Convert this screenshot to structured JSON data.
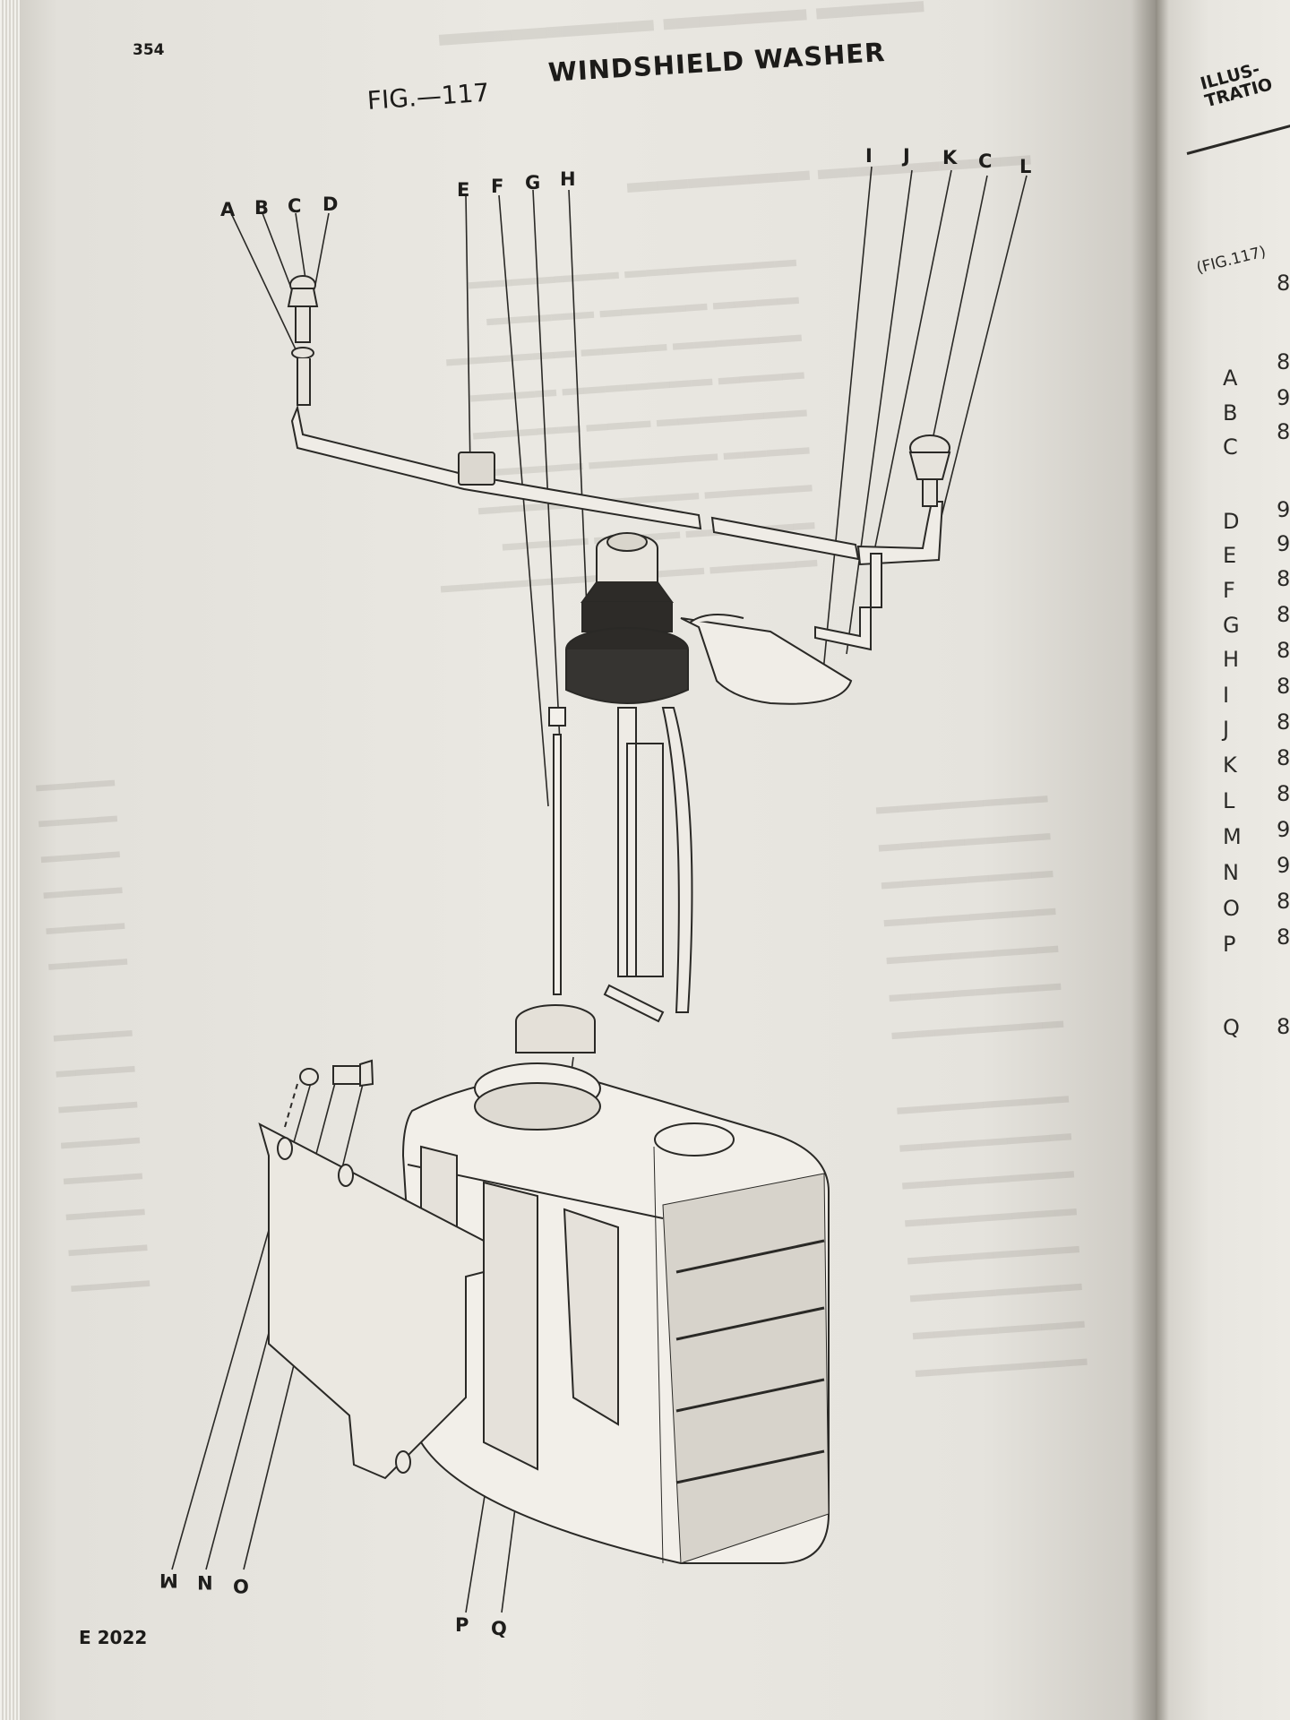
{
  "page": {
    "number": "354",
    "figure_label": "FIG.—117",
    "figure_title": "WINDSHIELD WASHER",
    "catalog_number": "E 2022"
  },
  "callouts": [
    "A",
    "B",
    "C",
    "D",
    "E",
    "F",
    "G",
    "H",
    "I",
    "J",
    "K",
    "C",
    "L",
    "M",
    "N",
    "O",
    "P",
    "Q"
  ],
  "right_page": {
    "header": [
      "ILLUS-",
      "TRATIO"
    ],
    "figure_ref": "(FIG.117)",
    "letters": [
      "A",
      "B",
      "C",
      "D",
      "E",
      "F",
      "G",
      "H",
      "I",
      "J",
      "K",
      "L",
      "M",
      "N",
      "O",
      "P",
      "Q"
    ],
    "digits": [
      "8",
      "8",
      "9",
      "8",
      "9",
      "9",
      "8",
      "8",
      "8",
      "8",
      "8",
      "8",
      "8",
      "9",
      "9",
      "8",
      "8",
      "8"
    ]
  }
}
